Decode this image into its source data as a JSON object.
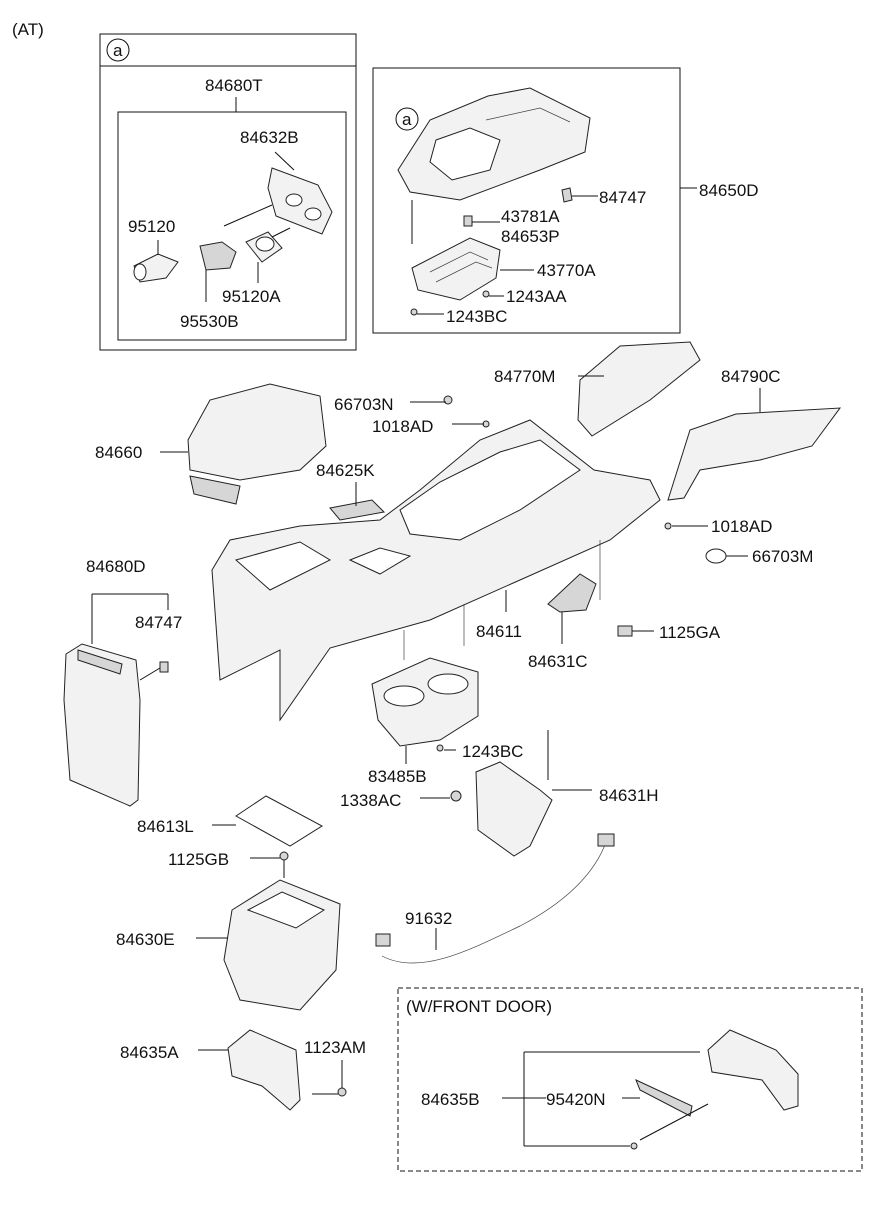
{
  "header": {
    "variant": "(AT)"
  },
  "groups": {
    "a_box_marker": "a",
    "shift_box_marker": "a",
    "front_door_title": "(W/FRONT DOOR)"
  },
  "parts": [
    {
      "key": "p_84680T",
      "label": "84680T"
    },
    {
      "key": "p_84632B",
      "label": "84632B"
    },
    {
      "key": "p_95120",
      "label": "95120"
    },
    {
      "key": "p_95120A",
      "label": "95120A"
    },
    {
      "key": "p_95530B",
      "label": "95530B"
    },
    {
      "key": "p_84747_top",
      "label": "84747"
    },
    {
      "key": "p_84650D",
      "label": "84650D"
    },
    {
      "key": "p_43781A",
      "label": "43781A"
    },
    {
      "key": "p_84653P",
      "label": "84653P"
    },
    {
      "key": "p_43770A",
      "label": "43770A"
    },
    {
      "key": "p_1243AA",
      "label": "1243AA"
    },
    {
      "key": "p_1243BC_top",
      "label": "1243BC"
    },
    {
      "key": "p_84770M",
      "label": "84770M"
    },
    {
      "key": "p_84790C",
      "label": "84790C"
    },
    {
      "key": "p_66703N",
      "label": "66703N"
    },
    {
      "key": "p_1018AD_left",
      "label": "1018AD"
    },
    {
      "key": "p_84660",
      "label": "84660"
    },
    {
      "key": "p_84625K",
      "label": "84625K"
    },
    {
      "key": "p_1018AD_right",
      "label": "1018AD"
    },
    {
      "key": "p_66703M",
      "label": "66703M"
    },
    {
      "key": "p_84680D",
      "label": "84680D"
    },
    {
      "key": "p_84747_mid",
      "label": "84747"
    },
    {
      "key": "p_84611",
      "label": "84611"
    },
    {
      "key": "p_1125GA",
      "label": "1125GA"
    },
    {
      "key": "p_84631C",
      "label": "84631C"
    },
    {
      "key": "p_1243BC_mid",
      "label": "1243BC"
    },
    {
      "key": "p_83485B",
      "label": "83485B"
    },
    {
      "key": "p_1338AC",
      "label": "1338AC"
    },
    {
      "key": "p_84631H",
      "label": "84631H"
    },
    {
      "key": "p_84613L",
      "label": "84613L"
    },
    {
      "key": "p_1125GB",
      "label": "1125GB"
    },
    {
      "key": "p_91632",
      "label": "91632"
    },
    {
      "key": "p_84630E",
      "label": "84630E"
    },
    {
      "key": "p_1123AM",
      "label": "1123AM"
    },
    {
      "key": "p_84635A",
      "label": "84635A"
    },
    {
      "key": "p_84635B",
      "label": "84635B"
    },
    {
      "key": "p_95420N",
      "label": "95420N"
    }
  ]
}
